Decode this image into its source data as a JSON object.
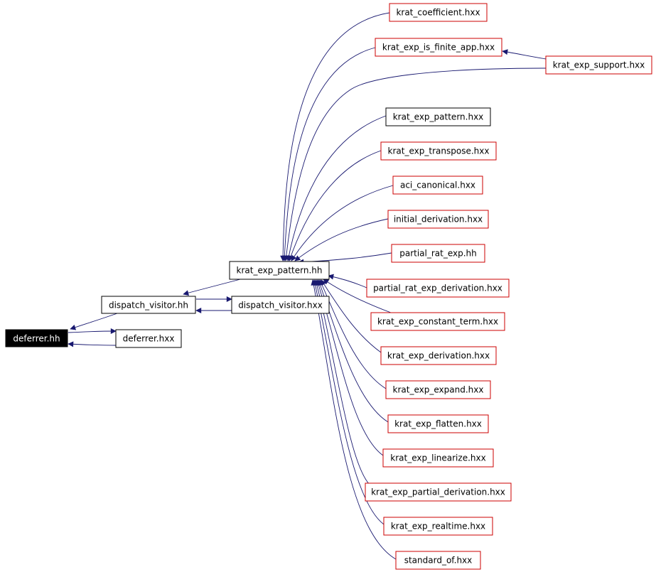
{
  "colors": {
    "edge": "#191970",
    "border_black": "#000000",
    "border_red": "#cc0000",
    "focus_fill": "#000000"
  },
  "nodes": {
    "deferrer_hh": "deferrer.hh",
    "deferrer_hxx": "deferrer.hxx",
    "dispatch_visitor_hh": "dispatch_visitor.hh",
    "dispatch_visitor_hxx": "dispatch_visitor.hxx",
    "krat_exp_pattern_hh": "krat_exp_pattern.hh",
    "krat_coefficient_hxx": "krat_coefficient.hxx",
    "krat_exp_is_finite_app_hxx": "krat_exp_is_finite_app.hxx",
    "krat_exp_support_hxx": "krat_exp_support.hxx",
    "krat_exp_pattern_hxx": "krat_exp_pattern.hxx",
    "krat_exp_transpose_hxx": "krat_exp_transpose.hxx",
    "aci_canonical_hxx": "aci_canonical.hxx",
    "initial_derivation_hxx": "initial_derivation.hxx",
    "partial_rat_exp_hh": "partial_rat_exp.hh",
    "partial_rat_exp_derivation_hxx": "partial_rat_exp_derivation.hxx",
    "krat_exp_constant_term_hxx": "krat_exp_constant_term.hxx",
    "krat_exp_derivation_hxx": "krat_exp_derivation.hxx",
    "krat_exp_expand_hxx": "krat_exp_expand.hxx",
    "krat_exp_flatten_hxx": "krat_exp_flatten.hxx",
    "krat_exp_linearize_hxx": "krat_exp_linearize.hxx",
    "krat_exp_partial_derivation_hxx": "krat_exp_partial_derivation.hxx",
    "krat_exp_realtime_hxx": "krat_exp_realtime.hxx",
    "standard_of_hxx": "standard_of.hxx"
  }
}
